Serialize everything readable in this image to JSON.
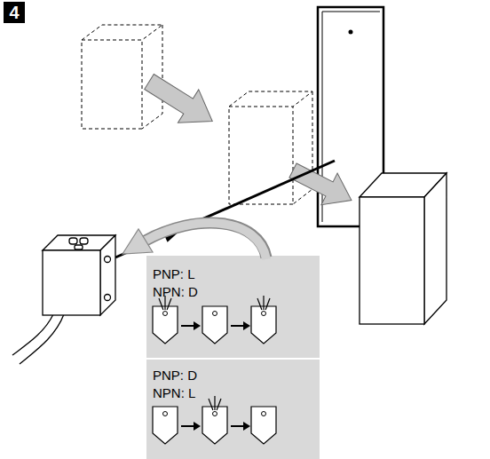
{
  "diagram": {
    "nodes": [
      {
        "text": [
          "4"
        ]
      },
      {
        "text": [
          "PNP: L",
          "NPN: D"
        ]
      },
      {
        "text": [
          "PNP: D",
          "NPN: L"
        ]
      }
    ]
  }
}
